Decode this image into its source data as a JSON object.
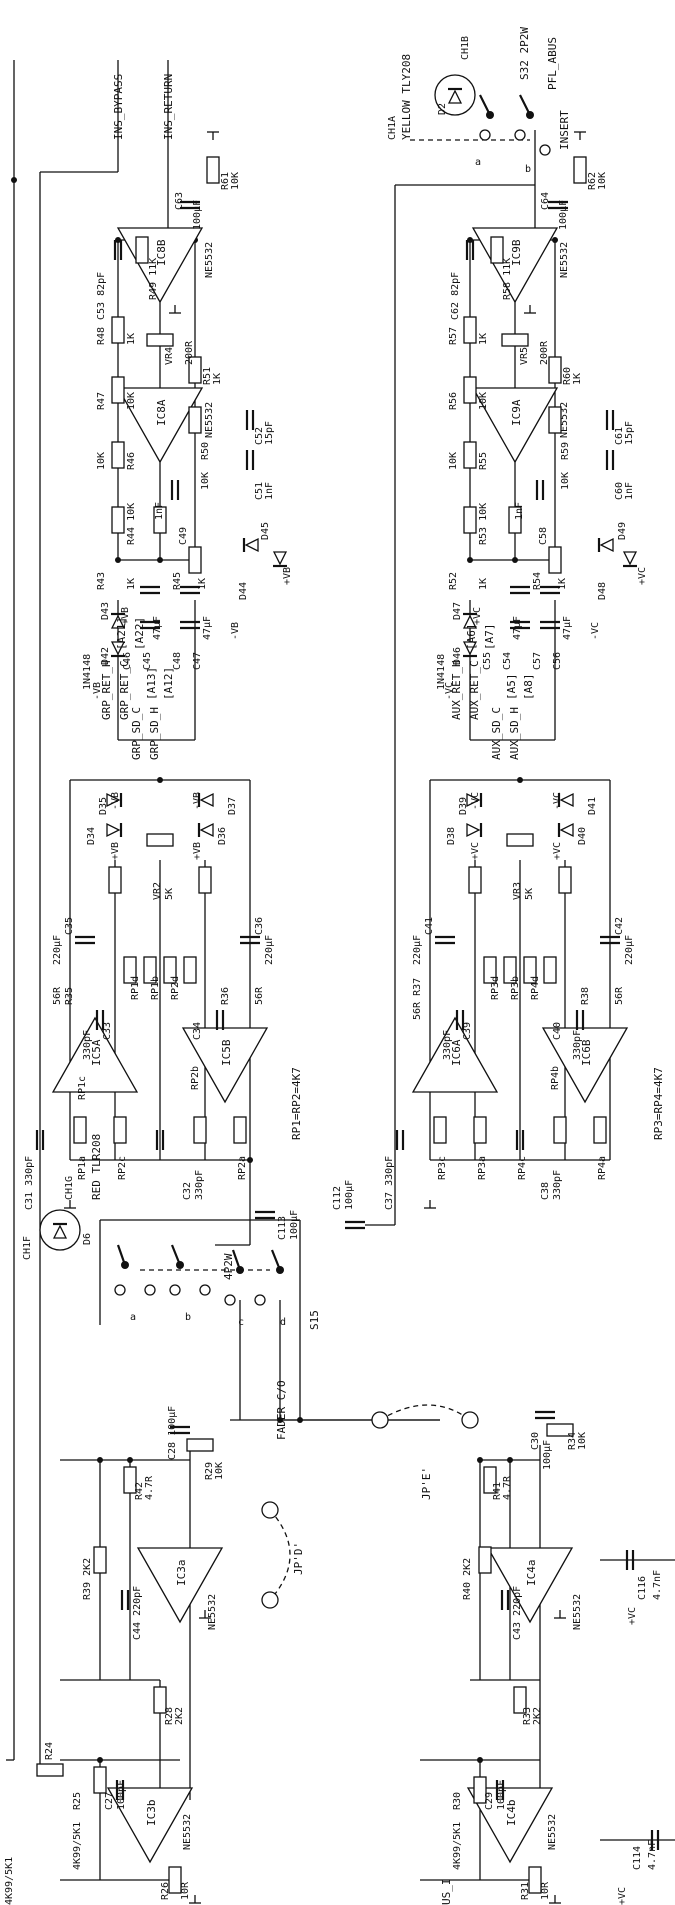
{
  "nets": {
    "ins_bypass": "INS_BYPASS",
    "ins_return": "INS_RETURN",
    "pfl_abus": "PFL_ABUS",
    "insert": "INSERT",
    "grp_sd_c": "GRP_SD_C",
    "grp_sd_h": "GRP_SD_H",
    "aux_sd_c": "AUX_SD_C",
    "aux_sd_h": "AUX_SD_H",
    "grp_ret_h": "GRP_RET_H",
    "grp_ret_c": "GRP_RET_C",
    "aux_ret_h": "AUX_RET_H",
    "aux_ret_c": "AUX_RET_C",
    "fader_co": "FADER C/O",
    "yellow_led": "YELLOW TLY208",
    "red_led": "RED TLR208",
    "rp1": "RP1=RP2=4K7",
    "rp3": "RP3=RP4=4K7",
    "jp_d": "JP'D'",
    "jp_e": "JP'E'",
    "us_i": "US_I",
    "a13": "[A13]",
    "a12": "[A12]",
    "a21": "[A21]",
    "a22": "[A22]",
    "a5": "[A5]",
    "a8": "[A8]",
    "a6": "[A6]",
    "a7": "[A7]"
  },
  "ics": {
    "ic8b": "IC8B",
    "ic8a": "IC8A",
    "ic9b": "IC9B",
    "ic9a": "IC9A",
    "ic5a": "IC5A",
    "ic5b": "IC5B",
    "ic6a": "IC6A",
    "ic6b": "IC6B",
    "ic3a": "IC3a",
    "ic3b": "IC3b",
    "ic4a": "IC4a",
    "ic4b": "IC4b",
    "ne5532": "NE5532"
  },
  "parts": {
    "c63": "C63",
    "c63v": "100µF",
    "r61": "R61",
    "r61v": "10K",
    "r62": "R62",
    "r62v": "10K",
    "c64": "C64",
    "c64v": "100µF",
    "c53": "C53 82pF",
    "r49": "R49 11K",
    "c62": "C62 82pF",
    "r58": "R58 11K",
    "r48": "R48",
    "r48v": "1K",
    "r57": "R57",
    "r57v": "1K",
    "r47": "R47",
    "r47v": "10K",
    "r56": "R56",
    "r56v": "10K",
    "vr4": "VR4",
    "vr4v": "200R",
    "vr5": "VR5",
    "vr5v": "200R",
    "r51": "R51",
    "r51v": "1K",
    "r60": "R60",
    "r60v": "1K",
    "r50": "R50",
    "r50v": "10K",
    "r59": "R59",
    "r59v": "10K",
    "c52": "C52",
    "c52v": "15pF",
    "c61": "C61",
    "c61v": "15pF",
    "c51": "C51",
    "c51v": "1nF",
    "c60": "C60",
    "c60v": "1nF",
    "r46": "R46",
    "r46v": "10K",
    "r55": "R55",
    "r55v": "10K",
    "r44": "R44 10K",
    "r53": "R53 10K",
    "c49": "C49",
    "c49v": "1nF",
    "c58": "C58",
    "c58v": "1nF",
    "r43": "R43",
    "r43v": "1K",
    "r52": "R52",
    "r52v": "1K",
    "r45": "R45",
    "r45v": "1K",
    "r54": "R54",
    "r54v": "1K",
    "d42": "D42",
    "d43": "D43",
    "d44": "D44",
    "d45": "D45",
    "d46": "D46",
    "d47": "D47",
    "d48": "D48",
    "d49": "D49",
    "d34": "D34",
    "d35": "D35",
    "d36": "D36",
    "d37": "D37",
    "d38": "D38",
    "d39": "D39",
    "d40": "D40",
    "d41": "D41",
    "in4148": "1N4148",
    "c45": "C45",
    "c46": "C46",
    "c47": "C47",
    "c48": "C48",
    "c54": "C54",
    "c55": "C55",
    "c56": "C56",
    "c57": "C57",
    "c47uf": "47µF",
    "c35": "C35",
    "c35v": "220µF",
    "c36": "C36",
    "c36v": "220µF",
    "c41": "C41",
    "c41v": "220µF",
    "c42": "C42",
    "c42v": "220µF",
    "r35": "R35",
    "r35v": "56R",
    "r36": "R36",
    "r36v": "56R",
    "r37": "56R R37",
    "r38": "R38",
    "r38v": "56R",
    "vr2": "VR2",
    "vr2v": "5K",
    "vr3": "VR3",
    "vr3v": "5K",
    "c33": "C33",
    "c34": "C34",
    "c39": "C39",
    "c40": "C40",
    "c330": "330pF",
    "c31": "C31 330pF",
    "c32": "C32",
    "c37": "C37 330pF",
    "c38": "C38",
    "rp1a": "RP1a",
    "rp1b": "RP1b",
    "rp1c": "RP1c",
    "rp1d": "RP1d",
    "rp2a": "RP2a",
    "rp2b": "RP2b",
    "rp2c": "RP2c",
    "rp2d": "RP2d",
    "rp3a": "RP3a",
    "rp3b": "RP3b",
    "rp3c": "RP3c",
    "rp3d": "RP3d",
    "rp4a": "RP4a",
    "rp4b": "RP4b",
    "rp4c": "RP4c",
    "rp4d": "RP4d",
    "c113": "C113",
    "c113v": "100µF",
    "c112": "C112",
    "c112v": "100µF",
    "s15": "S15",
    "s32": "S32 2P2W",
    "s4p2w": "4P2W",
    "d2": "D2",
    "d6": "D6",
    "ch1a": "CH1A",
    "ch1b": "CH1B",
    "ch1f": "CH1F",
    "ch1g": "CH1G",
    "c28": "C28 100µF",
    "r29": "R29",
    "r29v": "10K",
    "r42": "R42",
    "r42v": "4.7R",
    "r41": "R41",
    "r41v": "4.7R",
    "c44": "C44 220pF",
    "c43": "C43 220pF",
    "r39": "R39 2K2",
    "r40": "R40 2K2",
    "r28": "R28",
    "r28v": "2K2",
    "r33": "R33",
    "r33v": "2K2",
    "r25": "R25",
    "r25v": "4K99/5K1",
    "r30": "R30",
    "r30v": "4K99/5K1",
    "c27": "C27",
    "c27v": "100pF",
    "c29": "C29",
    "c29v": "100pF",
    "r26": "R26",
    "r26v": "10R",
    "r31": "R31",
    "r31v": "10R",
    "r24": "R24",
    "r24v": "4K99/5K1",
    "c30": "C30",
    "c30v": "100µF",
    "r34": "R34",
    "r34v": "10K",
    "c114": "C114",
    "c114v": "4.7nF",
    "c116": "C116",
    "c116v": "4.7nF"
  },
  "rails": {
    "plus_vb": "+VB",
    "minus_vb": "-VB",
    "plus_vc": "+VC",
    "minus_vc": "-VC"
  },
  "switch_poles": {
    "a": "a",
    "b": "b",
    "c": "c",
    "d": "d"
  }
}
